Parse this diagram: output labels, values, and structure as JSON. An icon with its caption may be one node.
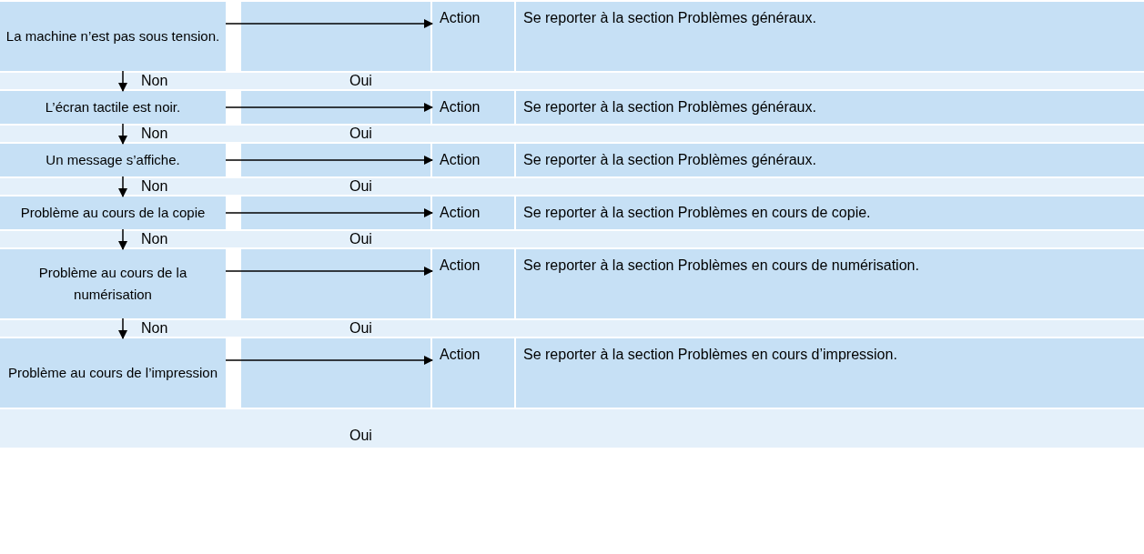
{
  "diagram": {
    "nodes": [
      {
        "text": [
          "La machine n’est pas sous tension."
        ]
      },
      {
        "text": [
          "Action"
        ]
      },
      {
        "text": [
          "Se reporter à la section Problèmes généraux."
        ]
      },
      {
        "text": [
          "L’écran tactile est noir."
        ]
      },
      {
        "text": [
          "Action"
        ]
      },
      {
        "text": [
          "Se reporter à la section Problèmes généraux."
        ]
      },
      {
        "text": [
          "Un message s’affiche."
        ]
      },
      {
        "text": [
          "Action"
        ]
      },
      {
        "text": [
          "Se reporter à la section Problèmes généraux."
        ]
      },
      {
        "text": [
          "Problème au cours de la copie"
        ]
      },
      {
        "text": [
          "Action"
        ]
      },
      {
        "text": [
          "Se reporter à la section Problèmes en cours de copie."
        ]
      },
      {
        "text": [
          "Problème au cours de la numérisation"
        ]
      },
      {
        "text": [
          "Action"
        ]
      },
      {
        "text": [
          "Se reporter à la section Problèmes en cours de numérisation."
        ]
      },
      {
        "text": [
          "Problème au cours de l’impression"
        ]
      },
      {
        "text": [
          "Action"
        ]
      },
      {
        "text": [
          "Se reporter à la section Problèmes en cours d’impression."
        ]
      }
    ],
    "edges": [
      {
        "from": 0,
        "to": 1,
        "arrow": "to",
        "label": "Oui"
      },
      {
        "from": 0,
        "to": 3,
        "arrow": "to",
        "label": "Non"
      },
      {
        "from": 3,
        "to": 4,
        "arrow": "to",
        "label": "Oui"
      },
      {
        "from": 3,
        "to": 6,
        "arrow": "to",
        "label": "Non"
      },
      {
        "from": 6,
        "to": 7,
        "arrow": "to",
        "label": "Oui"
      },
      {
        "from": 6,
        "to": 9,
        "arrow": "to",
        "label": "Non"
      },
      {
        "from": 9,
        "to": 10,
        "arrow": "to",
        "label": "Oui"
      },
      {
        "from": 9,
        "to": 12,
        "arrow": "to",
        "label": "Non"
      },
      {
        "from": 12,
        "to": 13,
        "arrow": "to",
        "label": "Oui"
      },
      {
        "from": 12,
        "to": 15,
        "arrow": "to",
        "label": "Non"
      },
      {
        "from": 15,
        "to": 16,
        "arrow": "to",
        "label": "Oui"
      }
    ]
  }
}
